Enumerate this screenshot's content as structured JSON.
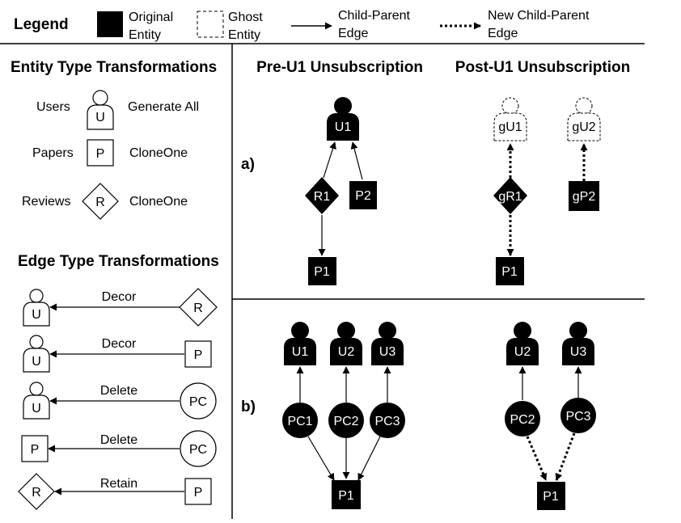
{
  "legend": {
    "title": "Legend",
    "original_entity": [
      "Original",
      "Entity"
    ],
    "ghost_entity": [
      "Ghost",
      "Entity"
    ],
    "child_parent_edge": [
      "Child-Parent",
      "Edge"
    ],
    "new_child_parent_edge": [
      "New Child-Parent",
      "Edge"
    ]
  },
  "entity_types": {
    "title": "Entity Type Transformations",
    "rows": [
      {
        "name": "Users",
        "glyph": "U",
        "transform": "Generate All"
      },
      {
        "name": "Papers",
        "glyph": "P",
        "transform": "CloneOne"
      },
      {
        "name": "Reviews",
        "glyph": "R",
        "transform": "CloneOne"
      }
    ]
  },
  "edge_types": {
    "title": "Edge Type Transformations",
    "rows": [
      {
        "to": "U",
        "from": "R",
        "label": "Decor"
      },
      {
        "to": "U",
        "from": "P",
        "label": "Decor"
      },
      {
        "to": "U",
        "from": "PC",
        "label": "Delete"
      },
      {
        "to": "P",
        "from": "PC",
        "label": "Delete"
      },
      {
        "to": "R",
        "from": "P",
        "label": "Retain"
      }
    ]
  },
  "columns": {
    "pre": "Pre-U1 Unsubscription",
    "post": "Post-U1 Unsubscription"
  },
  "scenario_a": {
    "label": "a)",
    "pre": {
      "user": "U1",
      "review": "R1",
      "paper_right": "P2",
      "paper_bottom": "P1"
    },
    "post": {
      "ghost_user_1": "gU1",
      "ghost_user_2": "gU2",
      "review": "gR1",
      "ghost_paper": "gP2",
      "paper_bottom": "P1"
    }
  },
  "scenario_b": {
    "label": "b)",
    "pre": {
      "users": [
        "U1",
        "U2",
        "U3"
      ],
      "pcs": [
        "PC1",
        "PC2",
        "PC3"
      ],
      "paper": "P1"
    },
    "post": {
      "users": [
        "U2",
        "U3"
      ],
      "pcs": [
        "PC2",
        "PC3"
      ],
      "paper": "P1"
    }
  }
}
